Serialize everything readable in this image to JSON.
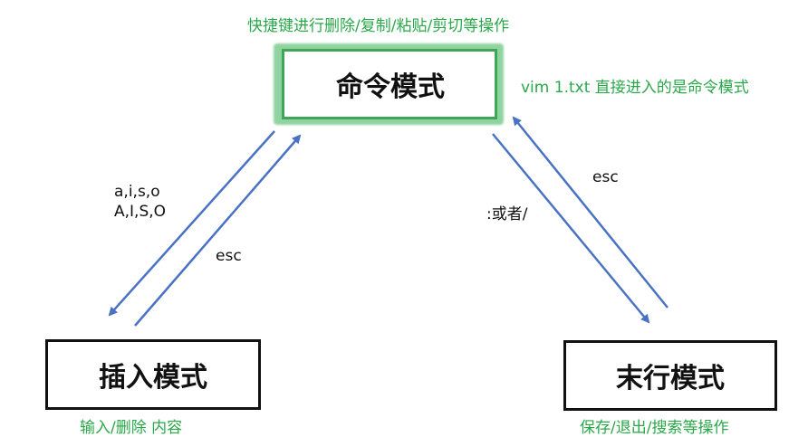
{
  "top_note": "快捷键进行删除/复制/粘贴/剪切等操作",
  "command_mode": {
    "label": "命令模式",
    "note": "vim  1.txt  直接进入的是命令模式"
  },
  "insert_mode": {
    "label": "插入模式",
    "note": "输入/删除  内容"
  },
  "lastline_mode": {
    "label": "末行模式",
    "note": "保存/退出/搜索等操作"
  },
  "arrows": {
    "to_insert": {
      "line1": "a,i,s,o",
      "line2": "A,I,S,O"
    },
    "from_insert": "esc",
    "to_lastline": ":或者/",
    "from_lastline": "esc"
  },
  "colors": {
    "arrow": "#4a72c4",
    "note": "#2aa84a",
    "highlight": "#8fd4a0"
  }
}
